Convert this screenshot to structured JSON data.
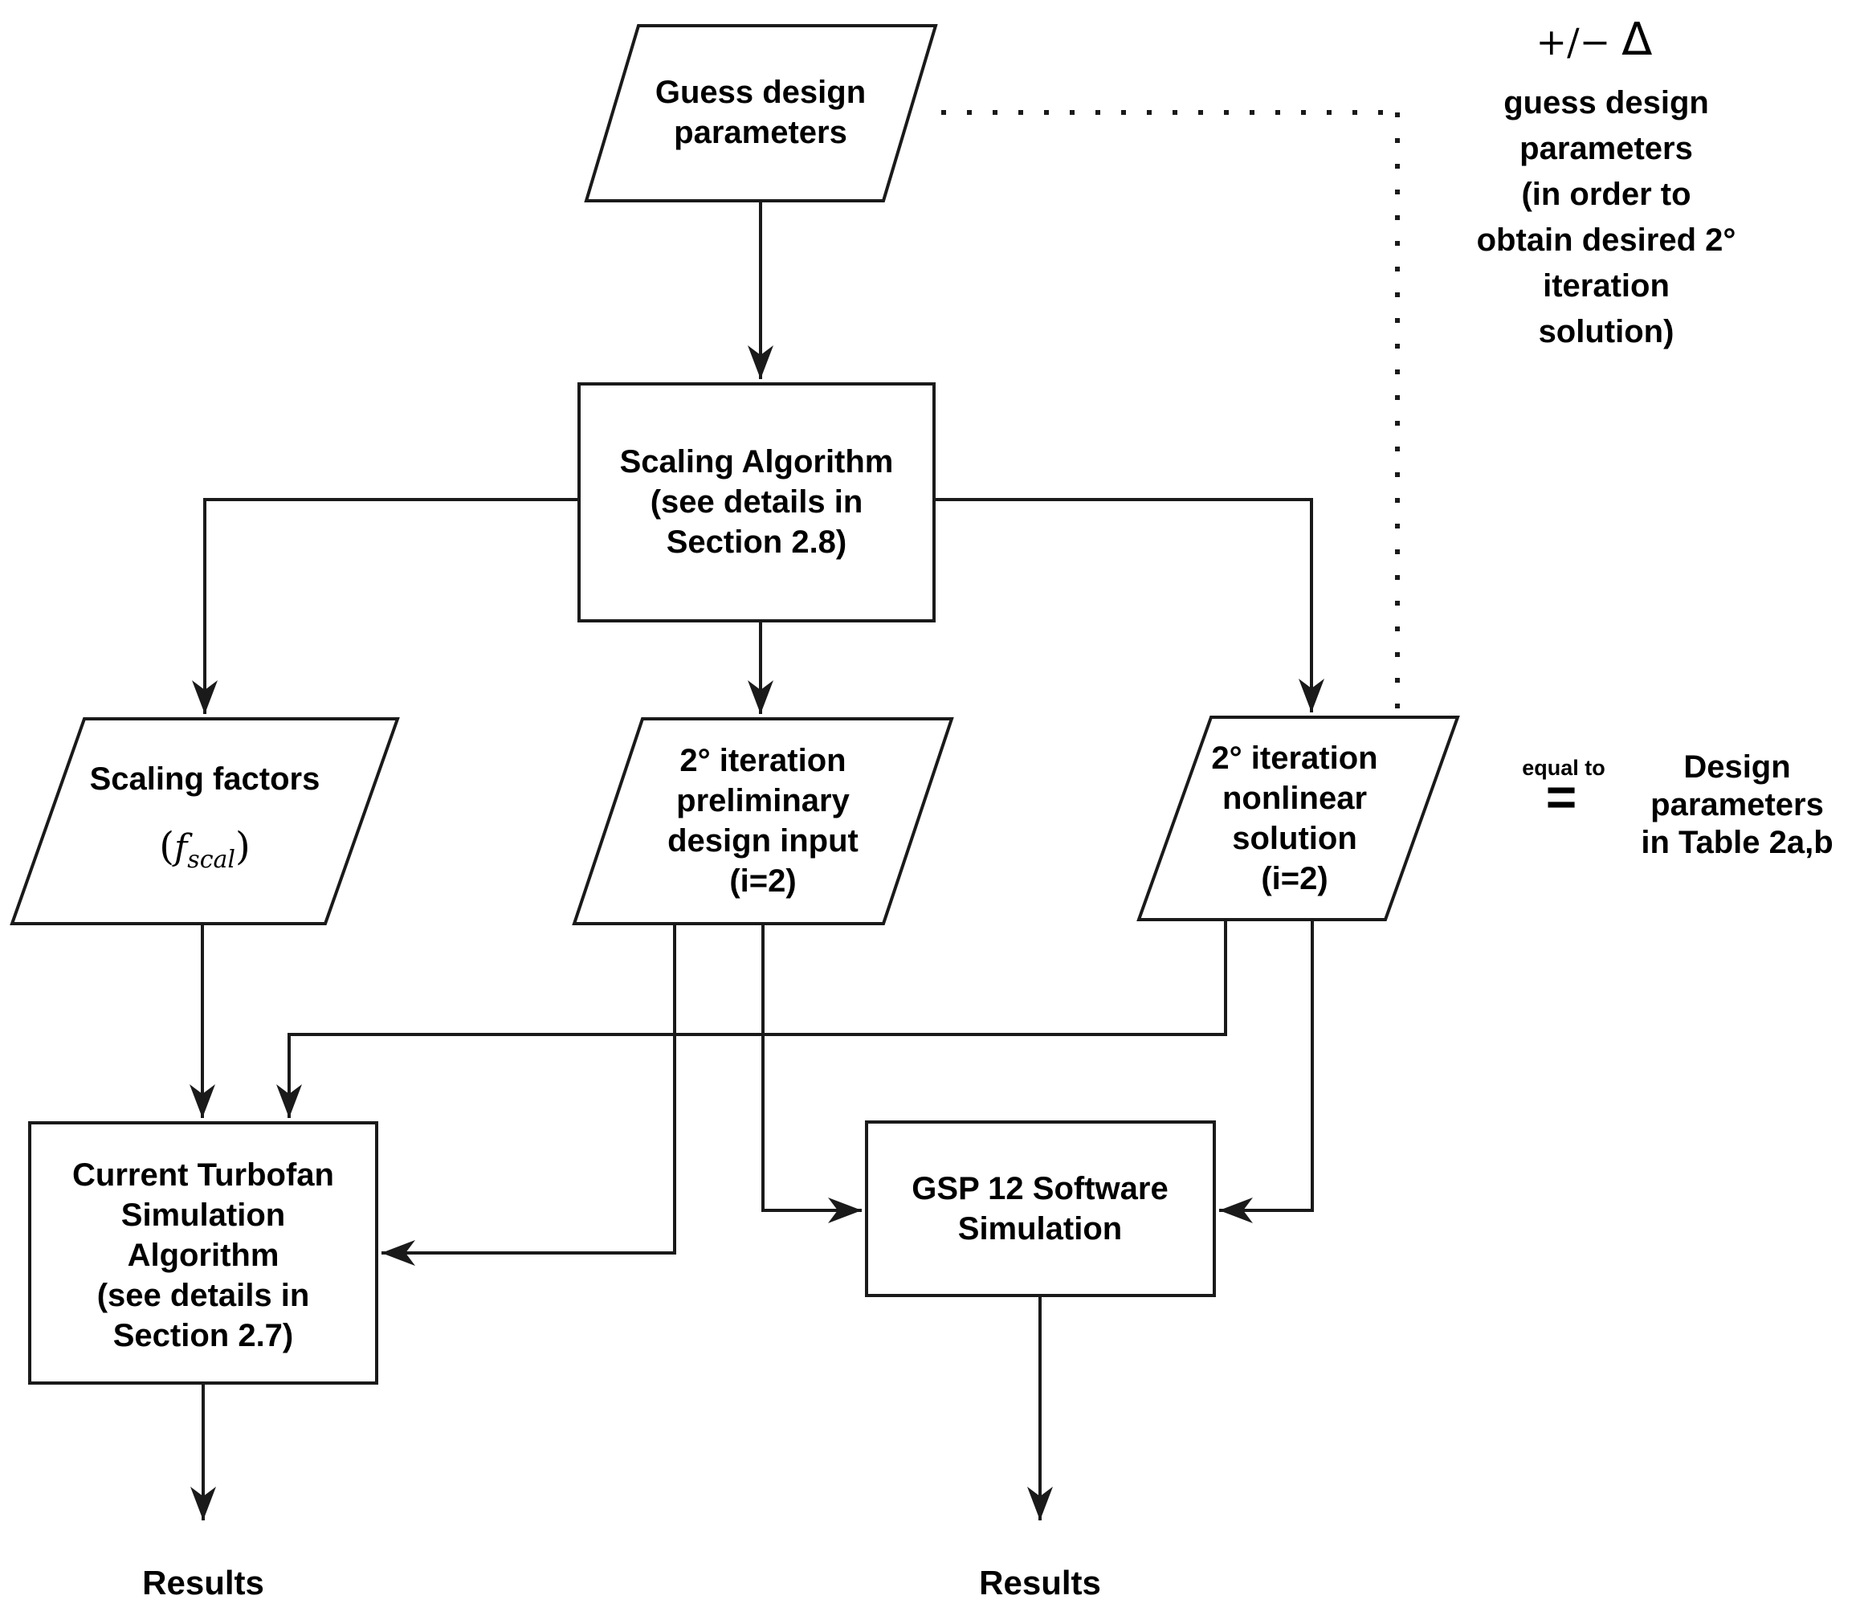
{
  "diagram": {
    "type": "flowchart",
    "nodes": {
      "guess_design": {
        "label": "Guess design\nparameters",
        "shape": "parallelogram"
      },
      "scaling_algorithm": {
        "label": "Scaling Algorithm\n(see details in\nSection 2.8)",
        "shape": "rectangle"
      },
      "scaling_factors": {
        "label": "Scaling factors",
        "formula": {
          "open": "(",
          "symbol": "f",
          "subscript": "scal",
          "close": ")"
        },
        "shape": "parallelogram"
      },
      "preliminary_input": {
        "label": "2° iteration\npreliminary\ndesign input\n(i=2)",
        "shape": "parallelogram"
      },
      "nonlinear_solution": {
        "label": "2° iteration\nnonlinear\nsolution\n(i=2)",
        "shape": "parallelogram"
      },
      "turbofan_sim": {
        "label": "Current Turbofan\nSimulation\nAlgorithm\n(see details in\nSection 2.7)",
        "shape": "rectangle"
      },
      "gsp_sim": {
        "label": "GSP 12 Software\nSimulation",
        "shape": "rectangle"
      }
    },
    "annotations": {
      "plusminus": "+/−",
      "delta": "Δ",
      "guess_note": "guess design\nparameters\n(in order to\nobtain desired 2°\niteration\nsolution)",
      "equal_to": "equal to",
      "equals_sign": "=",
      "design_note": "Design\nparameters\nin Table 2a,b",
      "results_left": "Results",
      "results_right": "Results"
    },
    "colors": {
      "line": "#1a1a1a",
      "text": "#000000",
      "background": "#ffffff"
    }
  }
}
